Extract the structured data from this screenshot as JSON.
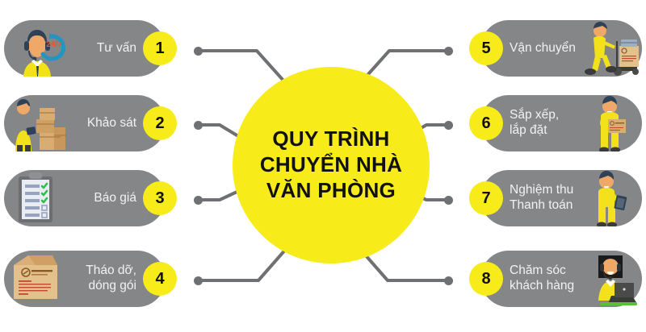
{
  "hub": {
    "lines": [
      "QUY TRÌNH",
      "CHUYỂN NHÀ",
      "VĂN PHÒNG"
    ],
    "background_color": "#f7ec1a",
    "text_color": "#111111"
  },
  "colors": {
    "pill": "#858688",
    "accent_yellow": "#f7ec1a",
    "connector": "#6f7073",
    "label_text": "#f2f2f2",
    "page_background": "#ffffff"
  },
  "steps": [
    {
      "number": "1",
      "label": "Tư vấn",
      "side": "left",
      "icon": "headset-agent-247-icon"
    },
    {
      "number": "2",
      "label": "Khảo sát",
      "side": "left",
      "icon": "worker-survey-boxes-icon"
    },
    {
      "number": "3",
      "label": "Báo giá",
      "side": "left",
      "icon": "clipboard-checklist-icon"
    },
    {
      "number": "4",
      "label": "Tháo dỡ,\ndóng gói",
      "side": "left",
      "icon": "cardboard-box-icon"
    },
    {
      "number": "5",
      "label": "Vận chuyển",
      "side": "right",
      "icon": "worker-hand-truck-icon"
    },
    {
      "number": "6",
      "label": "Sắp xếp, lắp đặt",
      "side": "right",
      "icon": "worker-carrying-box-icon"
    },
    {
      "number": "7",
      "label": "Nghiệm thu\nThanh toán",
      "side": "right",
      "icon": "worker-tablet-icon"
    },
    {
      "number": "8",
      "label": "Chăm sóc\nkhách hàng",
      "side": "right",
      "icon": "support-agent-laptop-icon"
    }
  ]
}
